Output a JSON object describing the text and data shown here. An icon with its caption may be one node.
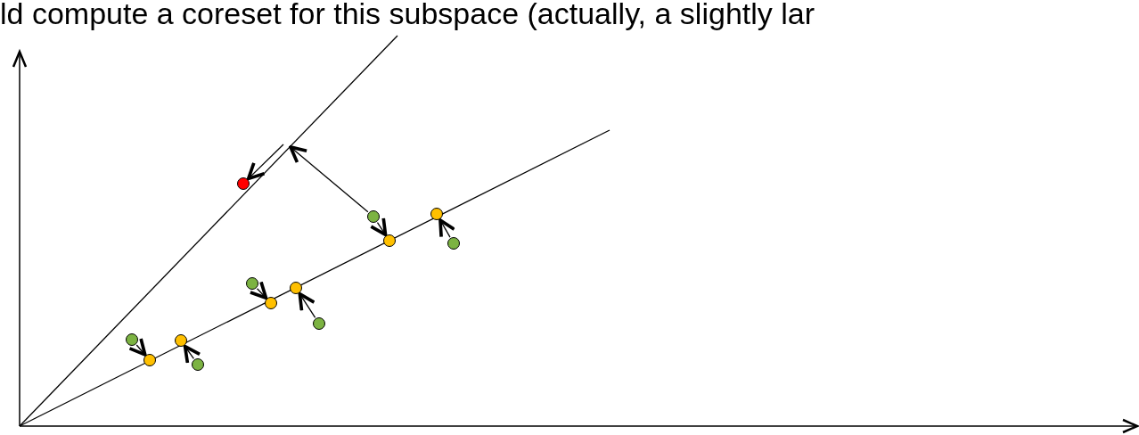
{
  "diagram": {
    "nodes": [
      {
        "text": [],
        "shape": "circle"
      },
      {
        "text": [],
        "shape": "circle"
      },
      {
        "text": [],
        "shape": "circle"
      },
      {
        "text": [],
        "shape": "circle"
      },
      {
        "text": [],
        "shape": "circle"
      },
      {
        "text": [],
        "shape": "circle"
      },
      {
        "text": [],
        "shape": "circle"
      },
      {
        "text": [],
        "shape": "circle"
      },
      {
        "text": [],
        "shape": "circle"
      },
      {
        "text": [],
        "shape": "circle"
      },
      {
        "text": [],
        "shape": "circle"
      },
      {
        "text": [],
        "shape": "circle"
      },
      {
        "text": [],
        "shape": "circle"
      }
    ],
    "edges": [
      {
        "from": 0,
        "to": 1,
        "arrow": "to"
      },
      {
        "from": 3,
        "to": 2,
        "arrow": "to"
      },
      {
        "from": 5,
        "to": 6,
        "arrow": "to"
      },
      {
        "from": 8,
        "to": 7,
        "arrow": "to"
      },
      {
        "from": 9,
        "to": 10,
        "arrow": "to"
      },
      {
        "from": 12,
        "to": 11,
        "arrow": "to"
      },
      {
        "from": null,
        "to": 4,
        "arrow": "to"
      },
      {
        "from": 9,
        "to": null,
        "arrow": "to"
      }
    ],
    "labels": [
      "ld compute a coreset for this subspace (actually, a slightly lar"
    ]
  }
}
